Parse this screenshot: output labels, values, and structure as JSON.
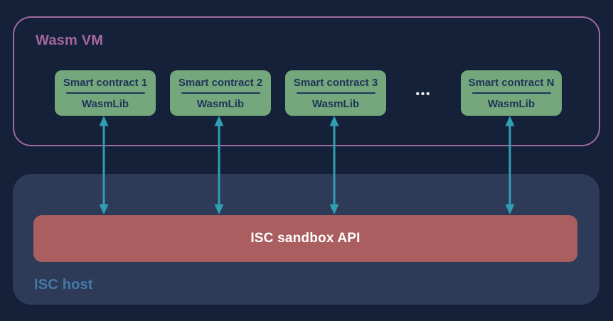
{
  "diagram": {
    "wasm_vm": {
      "label": "Wasm VM",
      "contracts": [
        {
          "title": "Smart contract 1",
          "lib": "WasmLib"
        },
        {
          "title": "Smart contract 2",
          "lib": "WasmLib"
        },
        {
          "title": "Smart contract 3",
          "lib": "WasmLib"
        },
        {
          "title": "Smart contract N",
          "lib": "WasmLib"
        }
      ],
      "ellipsis": "•••"
    },
    "isc_host": {
      "label": "ISC host",
      "sandbox_api_label": "ISC sandbox API"
    },
    "colors": {
      "background": "#152039",
      "wasm_vm_border": "#a06a9e",
      "wasm_vm_label": "#a4689e",
      "contract_card": "#74a87c",
      "contract_text": "#203459",
      "arrow": "#2f9fb1",
      "isc_host_bg": "#2d3a58",
      "isc_host_label": "#4579a7",
      "sandbox_bar": "#ab5e5f",
      "sandbox_text": "#ffffff",
      "ellipsis": "#f5f6f8"
    }
  }
}
